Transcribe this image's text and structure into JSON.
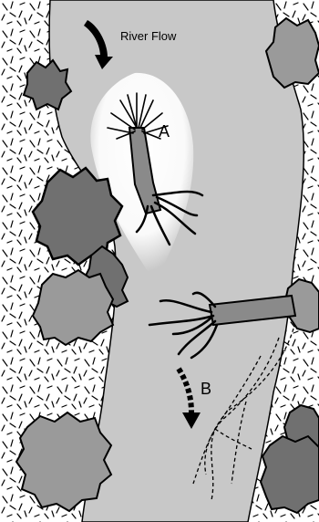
{
  "labels": {
    "flow": "River Flow",
    "a": "A",
    "b": "B"
  },
  "colors": {
    "water": "#c8c8c8",
    "bank_fill": "#ffffff",
    "bush": "#707070",
    "bush_light": "#9a9a9a",
    "ink": "#000000"
  },
  "icons": {
    "flow_arrow": "curved-arrow-down-icon",
    "drift_arrow": "dashed-arrow-down-icon"
  }
}
